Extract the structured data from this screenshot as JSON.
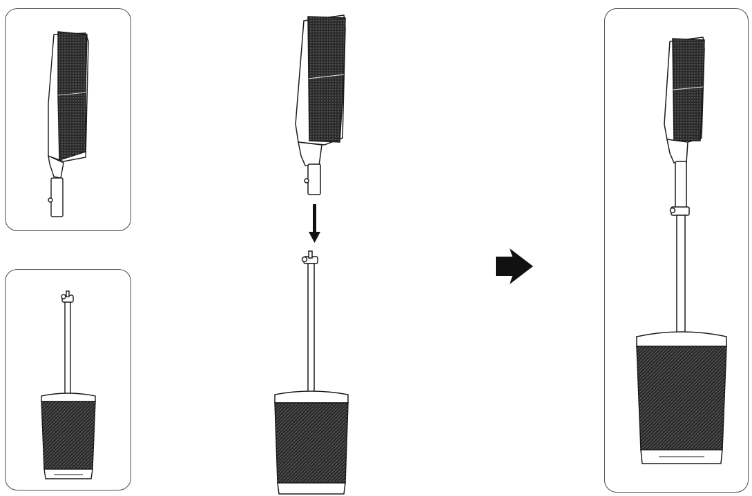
{
  "figure": {
    "description_visible_text": "",
    "steps": [
      {
        "step": "column-array-with-adapter"
      },
      {
        "step": "subwoofer-with-pole"
      },
      {
        "step": "insert-array-onto-pole"
      },
      {
        "step": "assembled-system"
      }
    ],
    "colors": {
      "line": "#1a1a1a",
      "grille": "#2b2b2b",
      "panel_border": "#4a4a4a",
      "arrow": "#111111"
    },
    "icons": [
      "down-arrow-icon",
      "right-arrow-icon"
    ]
  }
}
